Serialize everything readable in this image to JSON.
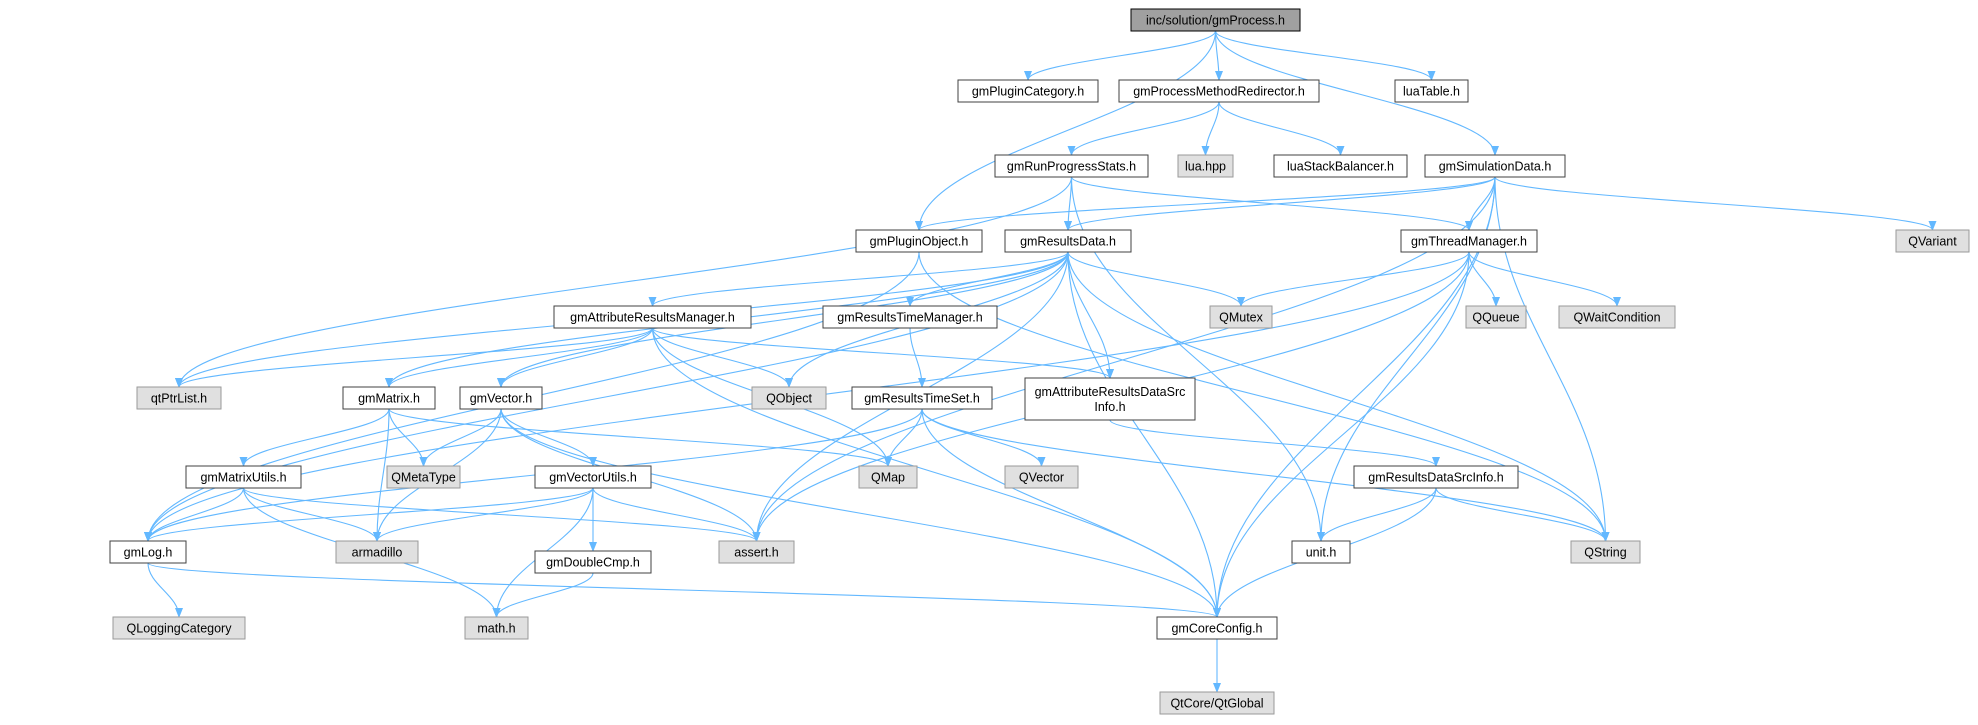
{
  "colors": {
    "edge": "#63b8ff",
    "root_fill": "#a0a0a0",
    "root_border": "#000000",
    "node_fill": "#ffffff",
    "node_border": "#404040",
    "external_fill": "#e0e0e0",
    "external_border": "#999999"
  },
  "nodes": [
    {
      "id": "root",
      "label": "inc/solution/gmProcess.h",
      "kind": "root"
    },
    {
      "id": "pluginCategory",
      "label": "gmPluginCategory.h",
      "kind": "file"
    },
    {
      "id": "pmr",
      "label": "gmProcessMethodRedirector.h",
      "kind": "file"
    },
    {
      "id": "luaTable",
      "label": "luaTable.h",
      "kind": "file"
    },
    {
      "id": "runProgress",
      "label": "gmRunProgressStats.h",
      "kind": "file"
    },
    {
      "id": "luaHpp",
      "label": "lua.hpp",
      "kind": "external"
    },
    {
      "id": "luaStack",
      "label": "luaStackBalancer.h",
      "kind": "file"
    },
    {
      "id": "simData",
      "label": "gmSimulationData.h",
      "kind": "file"
    },
    {
      "id": "pluginObject",
      "label": "gmPluginObject.h",
      "kind": "file"
    },
    {
      "id": "resultsData",
      "label": "gmResultsData.h",
      "kind": "file"
    },
    {
      "id": "threadMgr",
      "label": "gmThreadManager.h",
      "kind": "file"
    },
    {
      "id": "qvariant",
      "label": "QVariant",
      "kind": "external"
    },
    {
      "id": "attrMgr",
      "label": "gmAttributeResultsManager.h",
      "kind": "file"
    },
    {
      "id": "timeMgr",
      "label": "gmResultsTimeManager.h",
      "kind": "file"
    },
    {
      "id": "qmutex",
      "label": "QMutex",
      "kind": "external"
    },
    {
      "id": "qqueue",
      "label": "QQueue",
      "kind": "external"
    },
    {
      "id": "qwait",
      "label": "QWaitCondition",
      "kind": "external"
    },
    {
      "id": "qtPtrList",
      "label": "qtPtrList.h",
      "kind": "external"
    },
    {
      "id": "matrix",
      "label": "gmMatrix.h",
      "kind": "file"
    },
    {
      "id": "vector",
      "label": "gmVector.h",
      "kind": "file"
    },
    {
      "id": "qobject",
      "label": "QObject",
      "kind": "external"
    },
    {
      "id": "timeSet",
      "label": "gmResultsTimeSet.h",
      "kind": "file"
    },
    {
      "id": "attrSrc",
      "label": "gmAttributeResultsDataSrc\nInfo.h",
      "kind": "file"
    },
    {
      "id": "matrixUtils",
      "label": "gmMatrixUtils.h",
      "kind": "file"
    },
    {
      "id": "qmetatype",
      "label": "QMetaType",
      "kind": "external"
    },
    {
      "id": "vectorUtils",
      "label": "gmVectorUtils.h",
      "kind": "file"
    },
    {
      "id": "qmap",
      "label": "QMap",
      "kind": "external"
    },
    {
      "id": "qvector",
      "label": "QVector",
      "kind": "external"
    },
    {
      "id": "resultsSrc",
      "label": "gmResultsDataSrcInfo.h",
      "kind": "file"
    },
    {
      "id": "gmLog",
      "label": "gmLog.h",
      "kind": "file"
    },
    {
      "id": "armadillo",
      "label": "armadillo",
      "kind": "external"
    },
    {
      "id": "assert",
      "label": "assert.h",
      "kind": "external"
    },
    {
      "id": "doubleCmp",
      "label": "gmDoubleCmp.h",
      "kind": "file"
    },
    {
      "id": "unit",
      "label": "unit.h",
      "kind": "file"
    },
    {
      "id": "qstring",
      "label": "QString",
      "kind": "external"
    },
    {
      "id": "qlogging",
      "label": "QLoggingCategory",
      "kind": "external"
    },
    {
      "id": "mathH",
      "label": "math.h",
      "kind": "external"
    },
    {
      "id": "coreConfig",
      "label": "gmCoreConfig.h",
      "kind": "file"
    },
    {
      "id": "qtglobal",
      "label": "QtCore/QtGlobal",
      "kind": "external"
    }
  ],
  "edges": [
    [
      "root",
      "pluginCategory"
    ],
    [
      "root",
      "pmr"
    ],
    [
      "root",
      "luaTable"
    ],
    [
      "root",
      "simData"
    ],
    [
      "root",
      "pluginObject"
    ],
    [
      "pmr",
      "runProgress"
    ],
    [
      "pmr",
      "luaHpp"
    ],
    [
      "pmr",
      "luaStack"
    ],
    [
      "runProgress",
      "resultsData"
    ],
    [
      "runProgress",
      "threadMgr"
    ],
    [
      "runProgress",
      "unit"
    ],
    [
      "runProgress",
      "qtPtrList"
    ],
    [
      "simData",
      "pluginObject"
    ],
    [
      "simData",
      "resultsData"
    ],
    [
      "simData",
      "threadMgr"
    ],
    [
      "simData",
      "qvariant"
    ],
    [
      "simData",
      "qstring"
    ],
    [
      "simData",
      "coreConfig"
    ],
    [
      "simData",
      "assert"
    ],
    [
      "simData",
      "unit"
    ],
    [
      "pluginObject",
      "gmLog"
    ],
    [
      "pluginObject",
      "qstring"
    ],
    [
      "resultsData",
      "attrMgr"
    ],
    [
      "resultsData",
      "timeMgr"
    ],
    [
      "resultsData",
      "qmutex"
    ],
    [
      "resultsData",
      "attrSrc"
    ],
    [
      "resultsData",
      "matrix"
    ],
    [
      "resultsData",
      "vector"
    ],
    [
      "resultsData",
      "qobject"
    ],
    [
      "resultsData",
      "gmLog"
    ],
    [
      "resultsData",
      "assert"
    ],
    [
      "resultsData",
      "qstring"
    ],
    [
      "resultsData",
      "coreConfig"
    ],
    [
      "resultsData",
      "qtPtrList"
    ],
    [
      "threadMgr",
      "qmutex"
    ],
    [
      "threadMgr",
      "qqueue"
    ],
    [
      "threadMgr",
      "qwait"
    ],
    [
      "threadMgr",
      "assert"
    ],
    [
      "threadMgr",
      "coreConfig"
    ],
    [
      "threadMgr",
      "gmLog"
    ],
    [
      "attrMgr",
      "qtPtrList"
    ],
    [
      "attrMgr",
      "matrix"
    ],
    [
      "attrMgr",
      "vector"
    ],
    [
      "attrMgr",
      "qobject"
    ],
    [
      "attrMgr",
      "attrSrc"
    ],
    [
      "attrMgr",
      "qmap"
    ],
    [
      "attrMgr",
      "coreConfig"
    ],
    [
      "timeMgr",
      "timeSet"
    ],
    [
      "matrix",
      "matrixUtils"
    ],
    [
      "matrix",
      "qmetatype"
    ],
    [
      "matrix",
      "armadillo"
    ],
    [
      "matrix",
      "qmap"
    ],
    [
      "vector",
      "qmetatype"
    ],
    [
      "vector",
      "vectorUtils"
    ],
    [
      "vector",
      "armadillo"
    ],
    [
      "vector",
      "assert"
    ],
    [
      "vector",
      "coreConfig"
    ],
    [
      "timeSet",
      "qmap"
    ],
    [
      "timeSet",
      "qvector"
    ],
    [
      "timeSet",
      "coreConfig"
    ],
    [
      "timeSet",
      "gmLog"
    ],
    [
      "timeSet",
      "qstring"
    ],
    [
      "attrSrc",
      "resultsSrc"
    ],
    [
      "matrixUtils",
      "gmLog"
    ],
    [
      "matrixUtils",
      "armadillo"
    ],
    [
      "matrixUtils",
      "assert"
    ],
    [
      "matrixUtils",
      "mathH"
    ],
    [
      "vectorUtils",
      "gmLog"
    ],
    [
      "vectorUtils",
      "armadillo"
    ],
    [
      "vectorUtils",
      "doubleCmp"
    ],
    [
      "vectorUtils",
      "assert"
    ],
    [
      "vectorUtils",
      "mathH"
    ],
    [
      "resultsSrc",
      "unit"
    ],
    [
      "resultsSrc",
      "qstring"
    ],
    [
      "resultsSrc",
      "coreConfig"
    ],
    [
      "gmLog",
      "qlogging"
    ],
    [
      "gmLog",
      "coreConfig"
    ],
    [
      "doubleCmp",
      "mathH"
    ],
    [
      "coreConfig",
      "qtglobal"
    ]
  ]
}
